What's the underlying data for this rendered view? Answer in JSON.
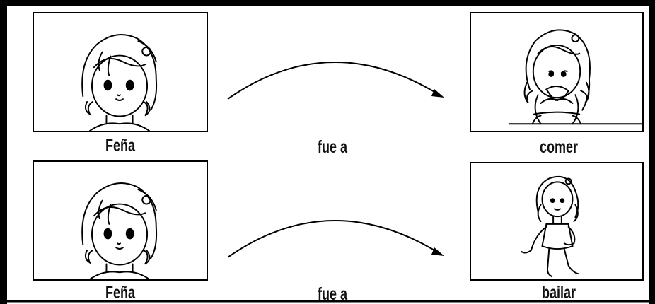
{
  "rows": [
    {
      "subject": "Feña",
      "verb_phrase": "fue a",
      "activity": "comer",
      "subject_image": "girl-portrait",
      "activity_image": "girl-eating"
    },
    {
      "subject": "Feña",
      "verb_phrase": "fue a",
      "activity": "bailar",
      "subject_image": "girl-portrait",
      "activity_image": "girl-dancing"
    }
  ],
  "colors": {
    "line": "#000000",
    "background": "#ffffff",
    "frame_left": "#000000"
  }
}
